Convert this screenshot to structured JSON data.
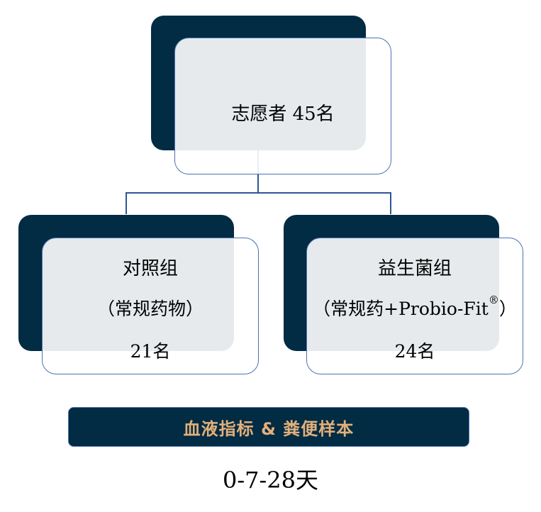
{
  "colors": {
    "dark_block": "#022b44",
    "card_border": "#4a72b0",
    "card_fill": "#e8ecf0",
    "banner_fill": "#022b44",
    "banner_text": "#e3b07a",
    "connector": "#2e5596"
  },
  "root": {
    "label": "志愿者 45名"
  },
  "groups": [
    {
      "name": "对照组",
      "desc": "（常规药物）",
      "count": "21名"
    },
    {
      "name": "益生菌组",
      "desc_prefix": "（常规药+Probio-Fit",
      "desc_sup": "®",
      "desc_suffix": "）",
      "count": "24名"
    }
  ],
  "banner": {
    "label": "血液指标 & 粪便样本"
  },
  "timeline": {
    "label": "0-7-28天"
  }
}
